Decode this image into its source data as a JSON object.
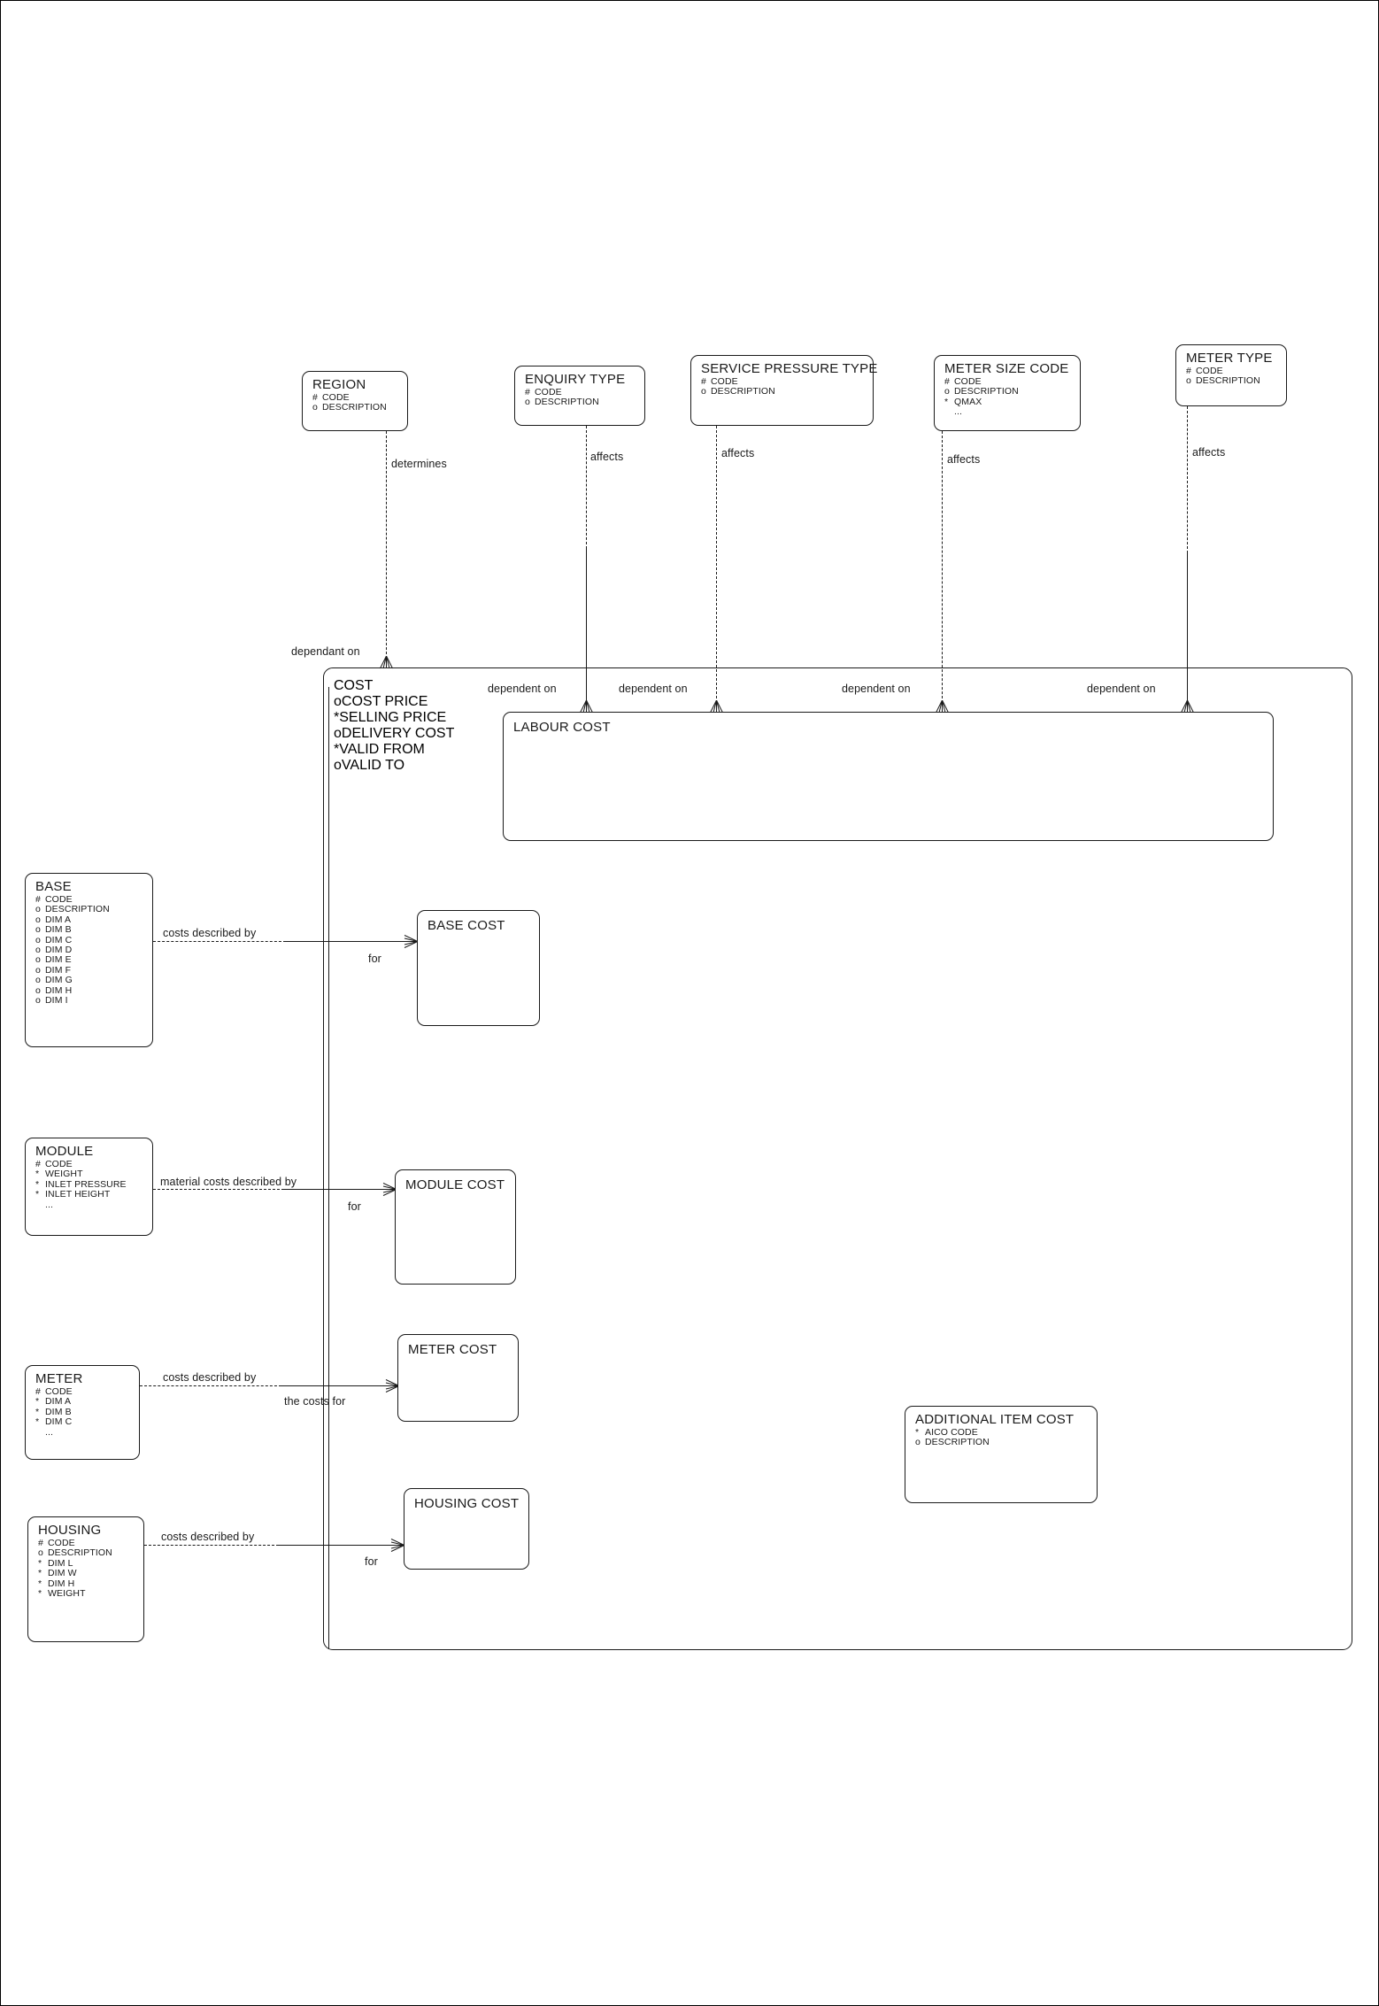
{
  "diagram": {
    "title": "Cost Model Entity Relationship Diagram",
    "line_color": "#1a1a1a",
    "background": "#ffffff"
  },
  "entities": {
    "region": {
      "name": "REGION",
      "attributes": [
        {
          "mark": "#",
          "label": "CODE"
        },
        {
          "mark": "o",
          "label": "DESCRIPTION"
        }
      ]
    },
    "enquiry_type": {
      "name": "ENQUIRY TYPE",
      "attributes": [
        {
          "mark": "#",
          "label": "CODE"
        },
        {
          "mark": "o",
          "label": "DESCRIPTION"
        }
      ]
    },
    "service_pressure_type": {
      "name": "SERVICE PRESSURE TYPE",
      "attributes": [
        {
          "mark": "#",
          "label": "CODE"
        },
        {
          "mark": "o",
          "label": "DESCRIPTION"
        }
      ]
    },
    "meter_size_code": {
      "name": "METER SIZE CODE",
      "attributes": [
        {
          "mark": "#",
          "label": "CODE"
        },
        {
          "mark": "o",
          "label": "DESCRIPTION"
        },
        {
          "mark": "*",
          "label": "QMAX"
        },
        {
          "mark": "",
          "label": "..."
        }
      ]
    },
    "meter_type": {
      "name": "METER TYPE",
      "attributes": [
        {
          "mark": "#",
          "label": "CODE"
        },
        {
          "mark": "o",
          "label": "DESCRIPTION"
        }
      ]
    },
    "cost": {
      "name": "COST",
      "attributes": [
        {
          "mark": "o",
          "label": "COST PRICE"
        },
        {
          "mark": "*",
          "label": "SELLING PRICE"
        },
        {
          "mark": "o",
          "label": "DELIVERY COST"
        },
        {
          "mark": "*",
          "label": "VALID FROM"
        },
        {
          "mark": "o",
          "label": "VALID TO"
        }
      ]
    },
    "labour_cost": {
      "name": "LABOUR COST",
      "attributes": []
    },
    "base": {
      "name": "BASE",
      "attributes": [
        {
          "mark": "#",
          "label": "CODE"
        },
        {
          "mark": "o",
          "label": "DESCRIPTION"
        },
        {
          "mark": "o",
          "label": "DIM A"
        },
        {
          "mark": "o",
          "label": "DIM B"
        },
        {
          "mark": "o",
          "label": "DIM C"
        },
        {
          "mark": "o",
          "label": "DIM D"
        },
        {
          "mark": "o",
          "label": "DIM E"
        },
        {
          "mark": "o",
          "label": "DIM F"
        },
        {
          "mark": "o",
          "label": "DIM G"
        },
        {
          "mark": "o",
          "label": "DIM H"
        },
        {
          "mark": "o",
          "label": "DIM I"
        }
      ]
    },
    "base_cost": {
      "name": "BASE COST",
      "attributes": []
    },
    "module": {
      "name": "MODULE",
      "attributes": [
        {
          "mark": "#",
          "label": "CODE"
        },
        {
          "mark": "*",
          "label": "WEIGHT"
        },
        {
          "mark": "*",
          "label": "INLET PRESSURE"
        },
        {
          "mark": "*",
          "label": "INLET HEIGHT"
        },
        {
          "mark": "",
          "label": "..."
        }
      ]
    },
    "module_cost": {
      "name": "MODULE COST",
      "attributes": []
    },
    "meter": {
      "name": "METER",
      "attributes": [
        {
          "mark": "#",
          "label": "CODE"
        },
        {
          "mark": "*",
          "label": "DIM A"
        },
        {
          "mark": "*",
          "label": "DIM B"
        },
        {
          "mark": "*",
          "label": "DIM C"
        },
        {
          "mark": "",
          "label": "..."
        }
      ]
    },
    "meter_cost": {
      "name": "METER COST",
      "attributes": []
    },
    "housing": {
      "name": "HOUSING",
      "attributes": [
        {
          "mark": "#",
          "label": "CODE"
        },
        {
          "mark": "o",
          "label": "DESCRIPTION"
        },
        {
          "mark": "*",
          "label": "DIM L"
        },
        {
          "mark": "*",
          "label": "DIM W"
        },
        {
          "mark": "*",
          "label": "DIM H"
        },
        {
          "mark": "*",
          "label": "WEIGHT"
        }
      ]
    },
    "housing_cost": {
      "name": "HOUSING COST",
      "attributes": []
    },
    "additional_item_cost": {
      "name": "ADDITIONAL ITEM COST",
      "attributes": [
        {
          "mark": "*",
          "label": "AICO CODE"
        },
        {
          "mark": "o",
          "label": "DESCRIPTION"
        }
      ]
    }
  },
  "relationship_labels": {
    "determines": "determines",
    "affects_enquiry": "affects",
    "affects_service_pressure": "affects",
    "affects_meter_size": "affects",
    "affects_meter_type": "affects",
    "dependant_on": "dependant on",
    "dependent_on_1": "dependent on",
    "dependent_on_2": "dependent on",
    "dependent_on_3": "dependent on",
    "dependent_on_4": "dependent on",
    "base_costs_described_by": "costs described by",
    "base_for": "for",
    "module_material_costs_described_by": "material costs described by",
    "module_for": "for",
    "meter_costs_described_by": "costs described by",
    "meter_the_costs_for": "the costs for",
    "housing_costs_described_by": "costs described by",
    "housing_for": "for"
  }
}
